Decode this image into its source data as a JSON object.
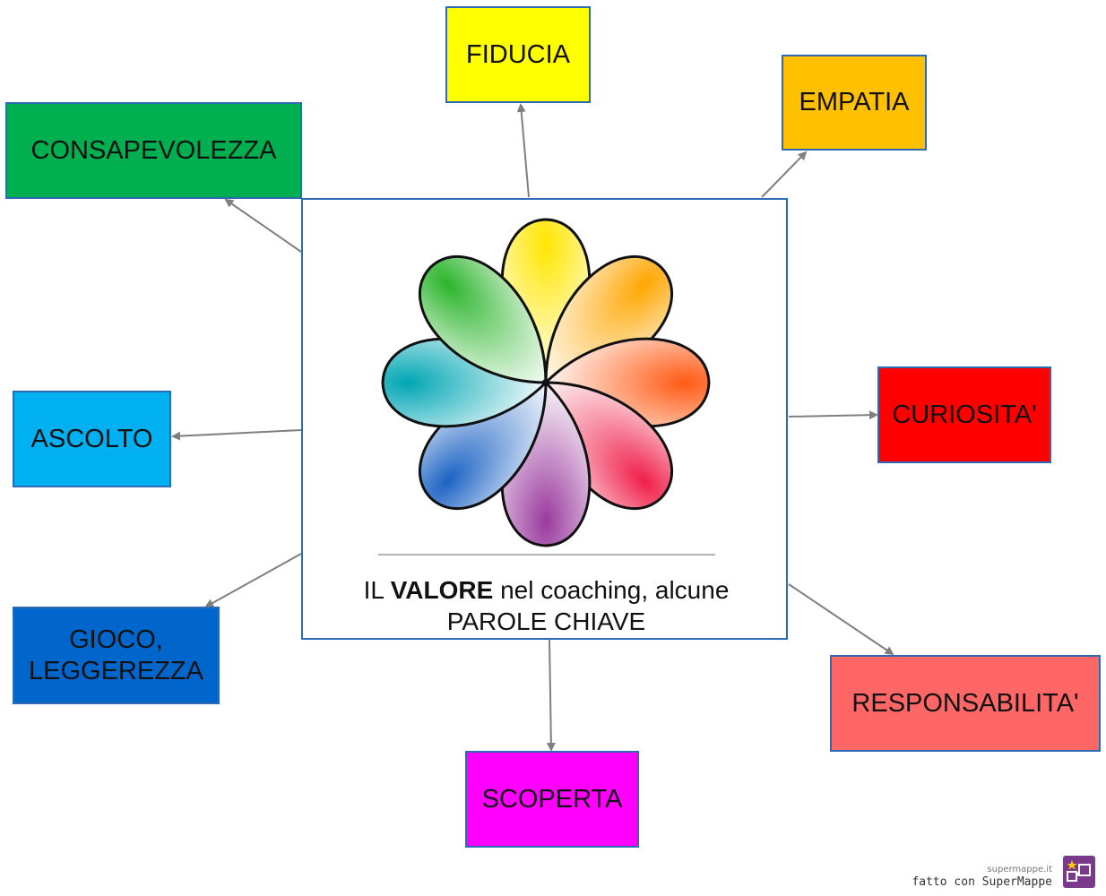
{
  "center": {
    "caption_pre": "IL",
    "caption_bold": "VALORE",
    "caption_post": "nel coaching, alcune",
    "caption_line2": "PAROLE CHIAVE"
  },
  "nodes": {
    "fiducia": {
      "label": "FIDUCIA",
      "color": "#ffff00"
    },
    "empatia": {
      "label": "EMPATIA",
      "color": "#ffc000"
    },
    "consapevolezza": {
      "label": "CONSAPEVOLEZZA",
      "color": "#00b050"
    },
    "curiosita": {
      "label": "CURIOSITA'",
      "color": "#ff0000"
    },
    "ascolto": {
      "label": "ASCOLTO",
      "color": "#00b0f0"
    },
    "gioco_line1": {
      "label": "GIOCO,",
      "color": "#0066cc"
    },
    "gioco_line2": {
      "label": "LEGGEREZZA"
    },
    "responsabilita": {
      "label": "RESPONSABILITA'",
      "color": "#ff6666"
    },
    "scoperta": {
      "label": "SCOPERTA",
      "color": "#ff00ff"
    }
  },
  "footer": {
    "site": "supermappe.it",
    "credit": "fatto con SuperMappe"
  },
  "icons": [
    "flower-icon",
    "supermappe-logo-icon"
  ]
}
